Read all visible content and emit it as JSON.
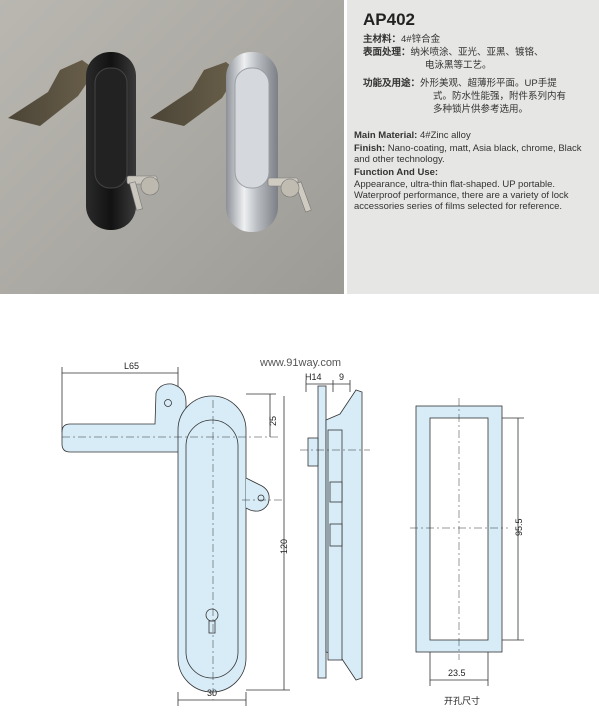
{
  "spec": {
    "model": "AP402",
    "cn": {
      "material_label": "主材料：",
      "material_value": "4#锌合金",
      "finish_label": "表面处理：",
      "finish_line1": "纳米喷涂、亚光、亚黑、镀铬、",
      "finish_line2": "电泳黑等工艺。",
      "function_label": "功能及用途：",
      "function_line1": "外形美观、超薄形平面。UP手提",
      "function_line2": "式。防水性能强，附件系列内有",
      "function_line3": "多种锁片供参考选用。"
    },
    "en": {
      "material_label": "Main Material:",
      "material_value": "4#Zinc alloy",
      "finish_label": "Finish:",
      "finish_value": "Nano-coating, matt, Asia black, chrome, Black and other technology.",
      "function_label": "Function And Use:",
      "function_value": "Appearance, ultra-thin flat-shaped. UP portable. Waterproof performance, there are a variety of lock accessories series of films selected for reference."
    }
  },
  "drawing": {
    "watermark": "www.91way.com",
    "dim_l65": "L65",
    "dim_25": "25",
    "dim_120": "120",
    "dim_30": "30",
    "dim_h14": "H14",
    "dim_9": "9",
    "dim_95_5": "95.5",
    "dim_23_5": "23.5",
    "cutout_label": "开孔尺寸"
  },
  "colors": {
    "part_fill": "#d8ecf8",
    "line": "#333333",
    "panel_bg": "#e6e6e4"
  }
}
